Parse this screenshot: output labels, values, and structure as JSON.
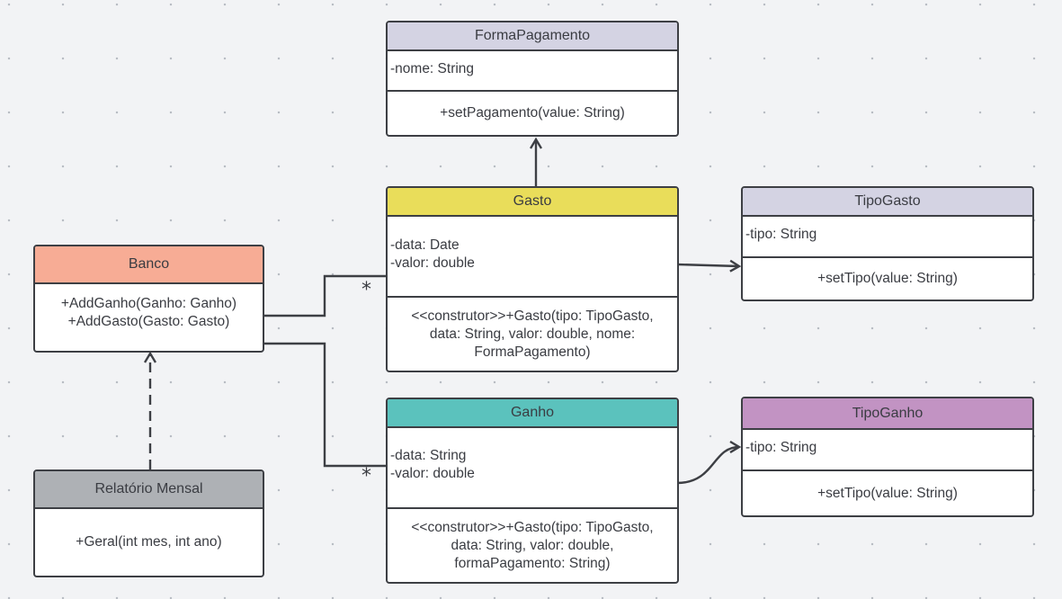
{
  "colors": {
    "line": "#3d3f44",
    "forma_header": "#d4d3e3",
    "gasto_header": "#e9dd5a",
    "tipogasto_header": "#d4d3e3",
    "banco_header": "#f7ac95",
    "ganho_header": "#5bc2bd",
    "tipoganho_header": "#c293c3",
    "relatorio_header": "#aeb1b5"
  },
  "classes": {
    "forma_pagamento": {
      "name": "FormaPagamento",
      "attributes": [
        "-nome: String"
      ],
      "methods": [
        "+setPagamento(value: String)"
      ]
    },
    "gasto": {
      "name": "Gasto",
      "attributes": [
        "-data: Date",
        "-valor: double"
      ],
      "methods": [
        "<<construtor>>+Gasto(tipo: TipoGasto,",
        "data: String, valor: double, nome:",
        "FormaPagamento)"
      ]
    },
    "tipo_gasto": {
      "name": "TipoGasto",
      "attributes": [
        "-tipo: String"
      ],
      "methods": [
        "+setTipo(value: String)"
      ]
    },
    "banco": {
      "name": "Banco",
      "methods": [
        "+AddGanho(Ganho: Ganho)",
        "+AddGasto(Gasto: Gasto)"
      ]
    },
    "ganho": {
      "name": "Ganho",
      "attributes": [
        "-data: String",
        "-valor: double"
      ],
      "methods": [
        "<<construtor>>+Gasto(tipo: TipoGasto,",
        "data: String, valor: double,",
        "formaPagamento: String)"
      ]
    },
    "tipo_ganho": {
      "name": "TipoGanho",
      "attributes": [
        "-tipo: String"
      ],
      "methods": [
        "+setTipo(value: String)"
      ]
    },
    "relatorio_mensal": {
      "name": "Relatório Mensal",
      "methods": [
        "+Geral(int mes, int ano)"
      ]
    }
  },
  "multiplicities": {
    "banco_gasto": "*",
    "banco_ganho": "*"
  }
}
